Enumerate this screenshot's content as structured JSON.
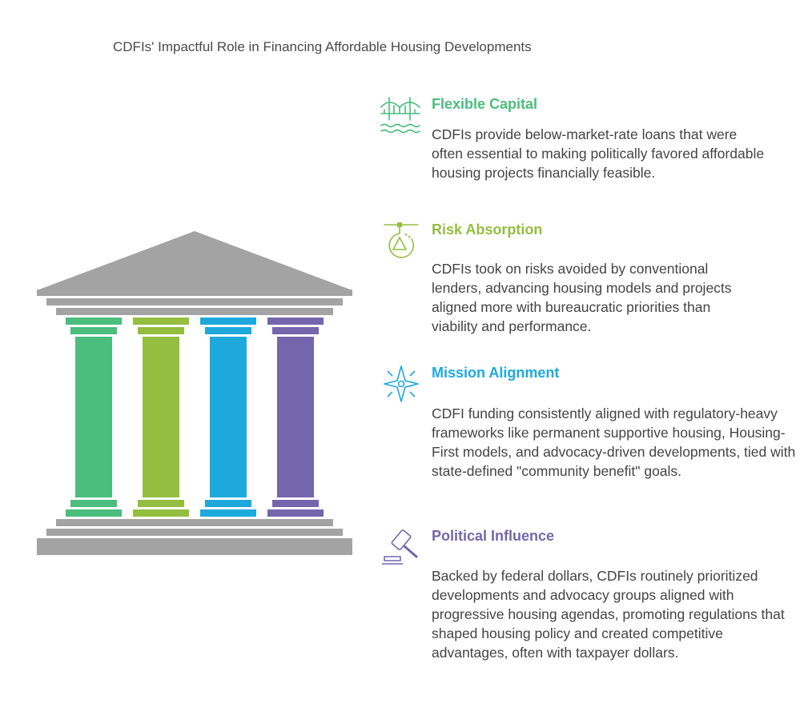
{
  "title": "CDFIs' Impactful Role in Financing Affordable Housing Developments",
  "colors": {
    "roof": "#a3a3a3",
    "pillar_1": "#4bbd7d",
    "pillar_2": "#93be3f",
    "pillar_3": "#1ea9dc",
    "pillar_4": "#7466ad"
  },
  "items": [
    {
      "heading": "Flexible Capital",
      "icon": "bridge-icon",
      "color": "#4bbd7d",
      "description": "CDFIs provide below-market-rate loans that were often essential to making politically favored affordable housing projects financially feasible."
    },
    {
      "heading": "Risk Absorption",
      "icon": "risk-triangle-icon",
      "color": "#93be3f",
      "description": "CDFIs took on risks avoided by conventional lenders, advancing housing models and projects aligned more with bureaucratic priorities than viability and performance."
    },
    {
      "heading": "Mission Alignment",
      "icon": "compass-star-icon",
      "color": "#1ea9dc",
      "description": "CDFI funding consistently aligned with regulatory-heavy frameworks like permanent supportive housing, Housing-First models, and advocacy-driven developments, tied with state-defined \"community benefit\" goals."
    },
    {
      "heading": "Political Influence",
      "icon": "gavel-icon",
      "color": "#7466ad",
      "description": "Backed by federal dollars, CDFIs routinely prioritized developments and advocacy groups aligned with progressive housing agendas, promoting regulations that shaped housing policy and created competitive advantages, often with taxpayer dollars."
    }
  ]
}
